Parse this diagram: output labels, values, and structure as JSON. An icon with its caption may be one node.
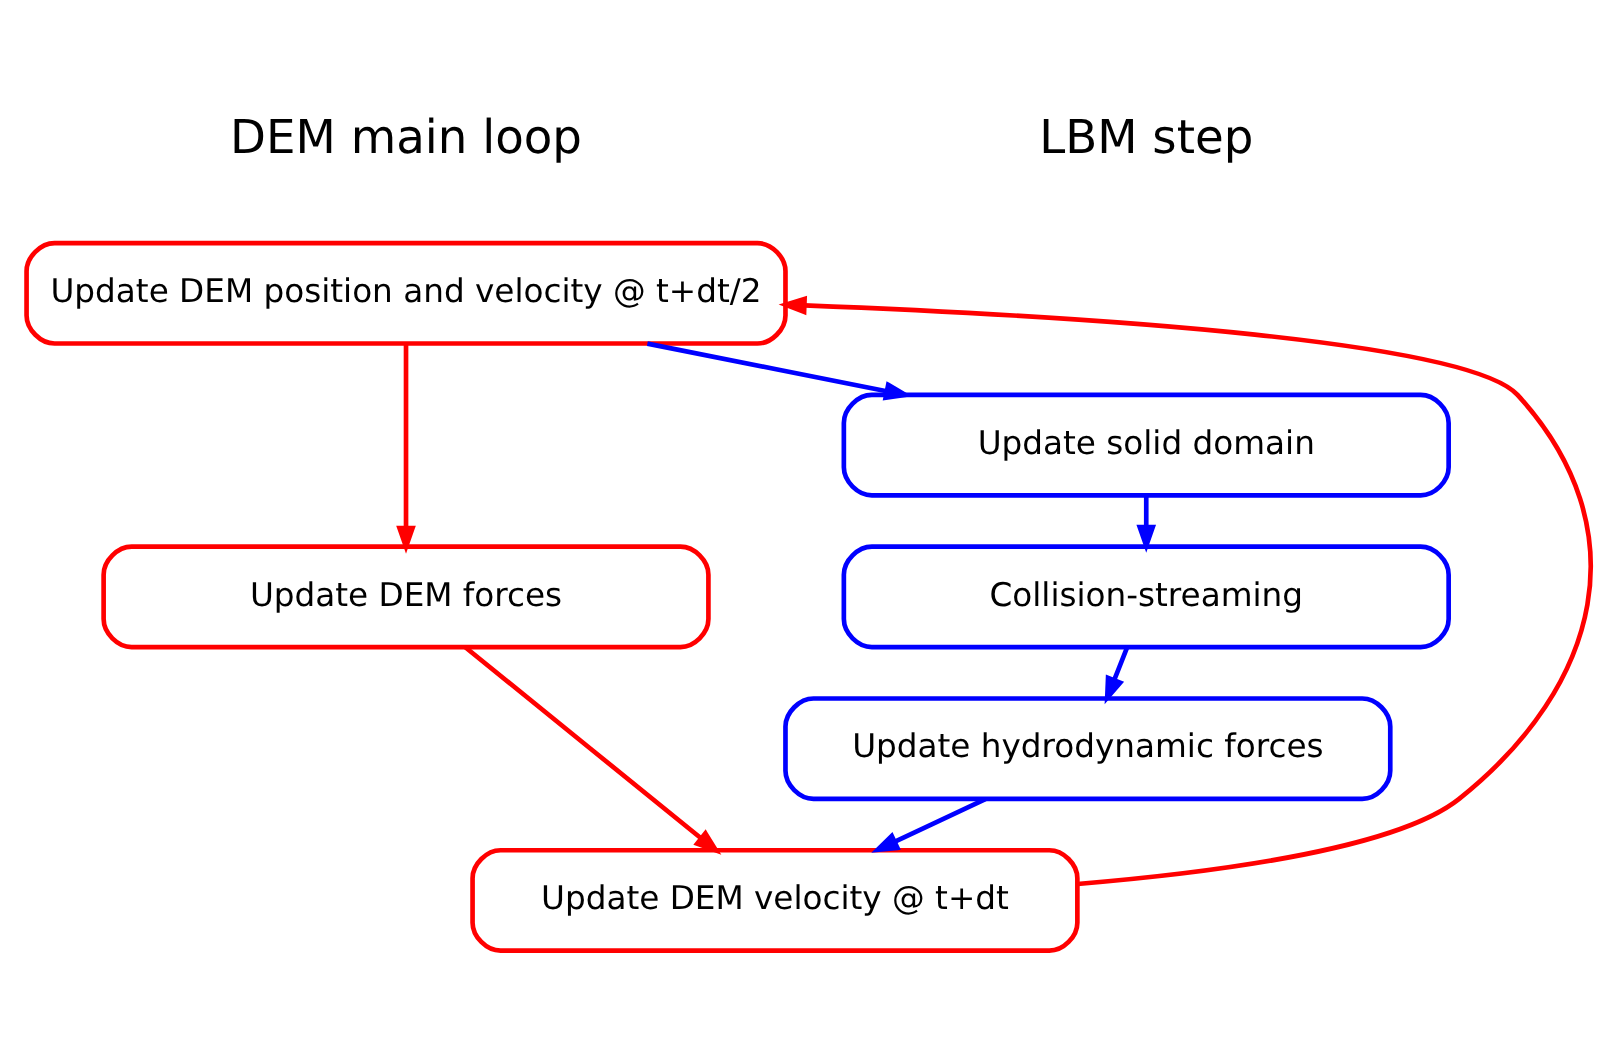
{
  "diagram": {
    "nodes": [
      {
        "text": [
          "Update DEM position and velocity @ t+dt/2"
        ]
      },
      {
        "text": [
          "Update DEM forces"
        ]
      },
      {
        "text": [
          "Update DEM velocity @ t+dt"
        ]
      },
      {
        "text": [
          "Update solid domain"
        ]
      },
      {
        "text": [
          "Collision-streaming"
        ]
      },
      {
        "text": [
          "Update hydrodynamic forces"
        ]
      }
    ],
    "edges": [
      {
        "from": 0,
        "to": 1,
        "arrow": "to",
        "color": "#ff0000"
      },
      {
        "from": 0,
        "to": 3,
        "arrow": "to",
        "color": "#0000ff"
      },
      {
        "from": 3,
        "to": 4,
        "arrow": "to",
        "color": "#0000ff"
      },
      {
        "from": 4,
        "to": 5,
        "arrow": "to",
        "color": "#0000ff"
      },
      {
        "from": 5,
        "to": 2,
        "arrow": "to",
        "color": "#0000ff"
      },
      {
        "from": 1,
        "to": 2,
        "arrow": "to",
        "color": "#ff0000"
      },
      {
        "from": 2,
        "to": 0,
        "arrow": "to",
        "color": "#ff0000"
      }
    ],
    "labels": [
      "DEM main loop",
      "LBM step"
    ]
  }
}
